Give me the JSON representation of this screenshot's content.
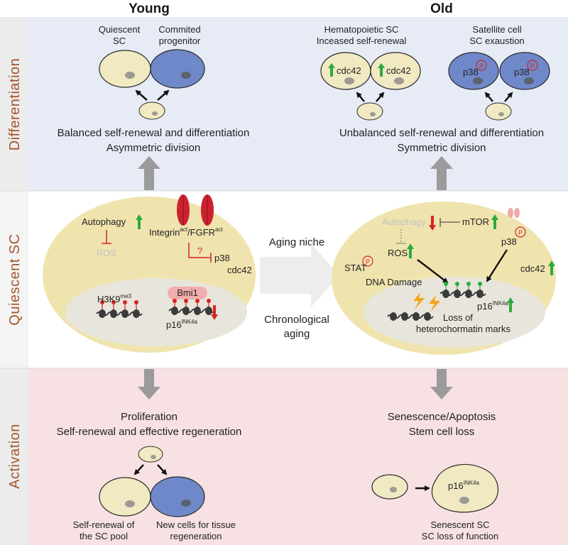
{
  "headers": {
    "young": "Young",
    "old": "Old"
  },
  "side_labels": {
    "differentiation": "Differentiation",
    "quiescent": "Quiescent SC",
    "activation": "Activation"
  },
  "differentiation": {
    "young": {
      "cell1": [
        "Quiescent",
        "SC"
      ],
      "cell2": [
        "Commited",
        "progenitor"
      ],
      "caption1": "Balanced self-renewal and differentiation",
      "caption2": "Asymmetric division"
    },
    "old": {
      "hsc_title": [
        "Hematopoietic SC",
        "Inceased self-renewal"
      ],
      "sat_title": [
        "Satellite cell",
        "SC exaustion"
      ],
      "cdc42": "cdc42",
      "p38": "p38",
      "p": "P",
      "caption1": "Unbalanced self-renewal and differentiation",
      "caption2": "Symmetric division"
    }
  },
  "quiescent": {
    "young": {
      "autophagy": "Autophagy",
      "ros": "ROS",
      "integrin": "Integrin",
      "integrin_sup": "act",
      "fgfr": "/FGFR",
      "fgfr_sup": "act",
      "question": "?",
      "p38": "p38",
      "cdc42": "cdc42",
      "bmi1": "Bmi1",
      "h3k9": "H3K9",
      "h3k9_sup": "me3",
      "p16": "p16",
      "p16_sup": "INK4a"
    },
    "center": {
      "top": "Aging niche",
      "bottom1": "Chronological",
      "bottom2": "aging"
    },
    "old": {
      "autophagy": "Autophagy",
      "mtor": "mTOR",
      "ros": "ROS",
      "stat": "STAT",
      "p": "P",
      "p38": "p38",
      "cdc42": "cdc42",
      "dna_damage": "DNA Damage",
      "p16": "p16",
      "p16_sup": "INK4a",
      "loss1": "Loss of",
      "loss2": "heterochormatin marks"
    }
  },
  "activation": {
    "young": {
      "caption1": "Proliferation",
      "caption2": "Self-renewal and effective regeneration",
      "cell1": [
        "Self-renewal of",
        "the SC pool"
      ],
      "cell2": [
        "New cells for tissue",
        "regeneration"
      ]
    },
    "old": {
      "caption1": "Senescence/Apoptosis",
      "caption2": "Stem cell loss",
      "p16": "p16",
      "p16_sup": "INK4a",
      "bottom": [
        "Senescent SC",
        "SC loss of function"
      ]
    }
  },
  "colors": {
    "diff_bg": "#e6ebf6",
    "act_bg": "#f7e1e3",
    "side_bg": "#ececec",
    "cell_tan": "#f0e9c2",
    "cell_blue": "#6f88c9",
    "nucleus": "#9c9a93",
    "q_cell": "#f0e4ae",
    "q_nucleus": "#e8e5dc",
    "receptor": "#cc2230",
    "bmi1": "#f2aeae",
    "green": "#2bab3f",
    "red": "#d42626",
    "arrow_gray": "#9b9b9b",
    "side_text": "#a8552b"
  }
}
